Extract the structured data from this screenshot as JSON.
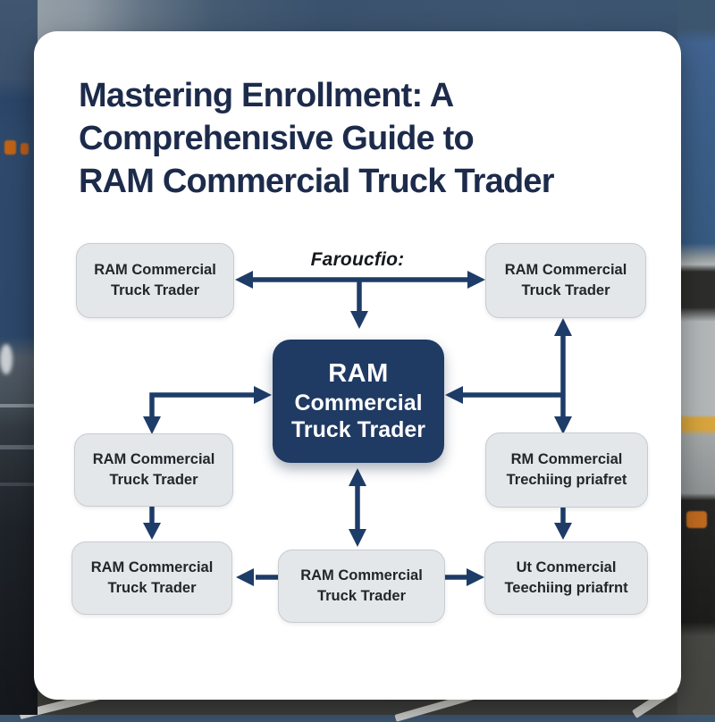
{
  "colors": {
    "title": "#1d2b4b",
    "arrow": "#1e3c68",
    "node_fill": "#e4e7ea",
    "node_border": "#c7ccd1",
    "node_text": "#22262b",
    "center_fill": "#1f3a63",
    "center_text": "#ffffff",
    "card_bg": "#ffffff",
    "label_text": "#15181c"
  },
  "title": {
    "line1": "Mastering Enrollment: A",
    "line2": "Comprehenısive Guide to",
    "line3": "RAM Commercial Truck Trader"
  },
  "diagram": {
    "label": "Faroucfio:",
    "nodes": {
      "top_left": {
        "line1": "RAM Commercial",
        "line2": "Truck Trader"
      },
      "top_right": {
        "line1": "RAM Commercial",
        "line2": "Truck Trader"
      },
      "center": {
        "line1": "RAM",
        "line2": "Commercial",
        "line3": "Truck Trader"
      },
      "mid_left": {
        "line1": "RAM Commercial",
        "line2": "Truck Trader"
      },
      "mid_right": {
        "line1": "RM Commercial",
        "line2": "Trechiing priafret"
      },
      "bottom_left": {
        "line1": "RAM Commercial",
        "line2": "Truck Trader"
      },
      "bottom_center": {
        "line1": "RAM Commercial",
        "line2": "Truck Trader"
      },
      "bottom_right": {
        "line1": "Ut Conmercial",
        "line2": "Teechiing priafrnt"
      }
    }
  }
}
